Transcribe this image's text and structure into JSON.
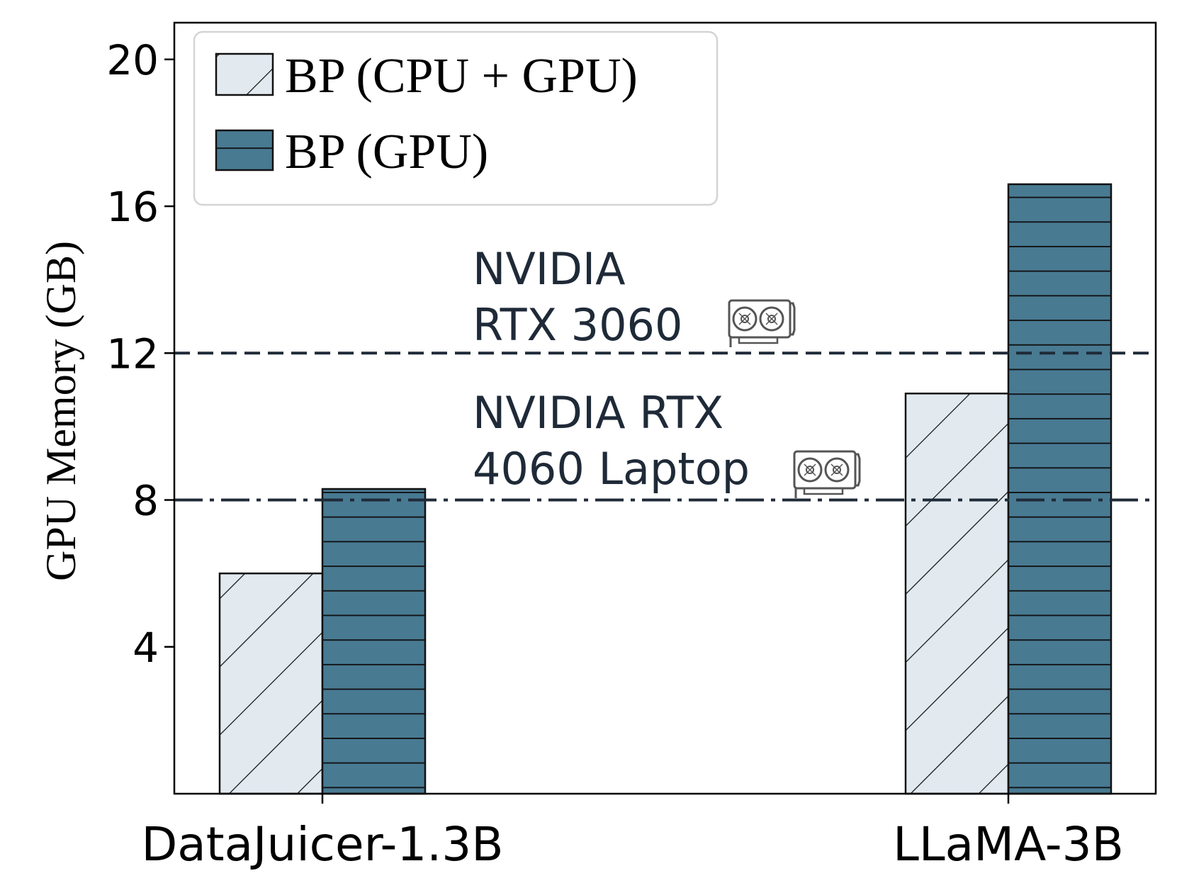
{
  "chart_data": {
    "type": "bar",
    "categories": [
      "DataJuicer-1.3B",
      "LLaMA-3B"
    ],
    "series": [
      {
        "name": "BP (CPU + GPU)",
        "values": [
          6.0,
          10.9
        ],
        "color": "#e2eaf0",
        "hatch": "diagonal"
      },
      {
        "name": "BP (GPU)",
        "values": [
          8.3,
          16.6
        ],
        "color": "#487a92",
        "hatch": "horizontal"
      }
    ],
    "xlabel": "",
    "ylabel": "GPU Memory (GB)",
    "ylim": [
      0,
      21
    ],
    "yticks": [
      "4",
      "8",
      "12",
      "16",
      "20"
    ],
    "legend": "top-left",
    "grid": false,
    "reference_lines": [
      {
        "value": 12,
        "style": "dashed",
        "label_lines": [
          "NVIDIA",
          "RTX 3060"
        ],
        "icon": "gpu-card-icon"
      },
      {
        "value": 8,
        "style": "dash-dot",
        "label_lines": [
          "NVIDIA RTX",
          "4060 Laptop"
        ],
        "icon": "gpu-card-icon"
      }
    ],
    "colors": {
      "line": "#1f2a38",
      "edge": "#111111"
    }
  }
}
